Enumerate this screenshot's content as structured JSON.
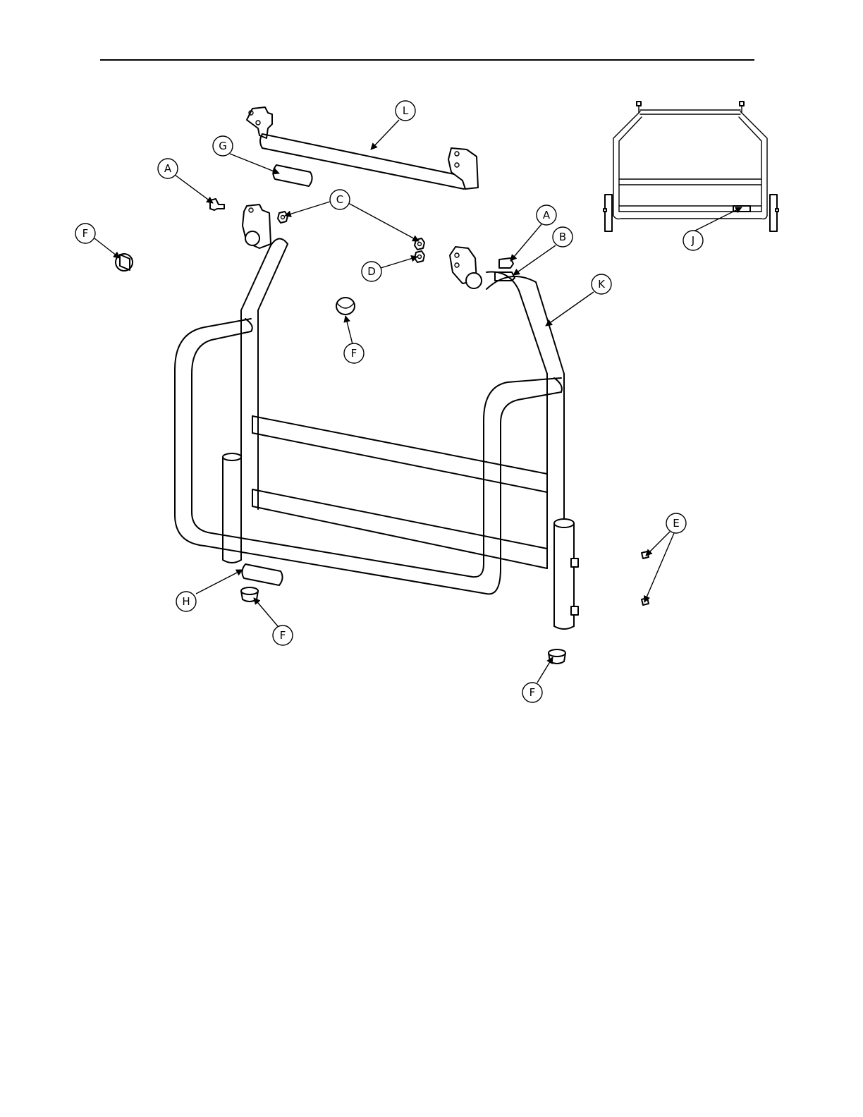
{
  "diagram": {
    "callouts": {
      "L": "L",
      "G": "G",
      "A_left": "A",
      "C": "C",
      "F_far_left": "F",
      "D": "D",
      "F_center": "F",
      "A_right": "A",
      "B": "B",
      "K": "K",
      "J": "J",
      "E": "E",
      "H": "H",
      "F_bottom_left": "F",
      "F_bottom_right": "F"
    }
  },
  "colors": {
    "line": "#000000",
    "background": "#ffffff"
  }
}
